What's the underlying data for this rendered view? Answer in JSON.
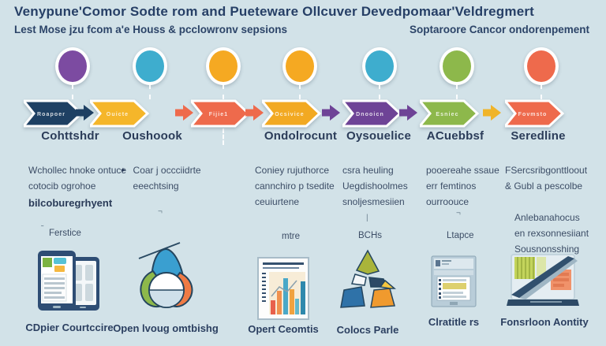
{
  "palette": {
    "background": "#d2e2e8",
    "title_color": "#263f66",
    "body_text": "#3c4d66",
    "label_color": "#2b3c59"
  },
  "header": {
    "title": "Venypune'Comor Sodte rom and Pueteware Ollcuver Devedpomaar'Veldregmert",
    "subtitle_left": "Lest Mose jzu fcom a'e Houss & pcclowronv sepsions",
    "subtitle_right": "Soptaroore Cancor ondorenpement"
  },
  "timeline": {
    "steps": [
      {
        "circle_color": "#7c4ba1",
        "arrow_color": "#1e4063",
        "arrow_text": "Roapoer",
        "label": "Cohttshdr"
      },
      {
        "circle_color": "#3eadce",
        "arrow_color": "#f5b62a",
        "arrow_text": "Ouicte",
        "label": "Oushoook"
      },
      {
        "circle_color": "#f5a922",
        "arrow_color": "#ee6a4c",
        "arrow_text": "Fijie1",
        "label": ""
      },
      {
        "circle_color": "#f5a922",
        "arrow_color": "#f2a922",
        "arrow_text": "Ocsivice",
        "label": "Ondolrocunt"
      },
      {
        "circle_color": "#3eadce",
        "arrow_color": "#6e4396",
        "arrow_text": "Dnooicn",
        "label": "Oysouelice"
      },
      {
        "circle_color": "#8db84b",
        "arrow_color": "#8db84b",
        "arrow_text": "Esniec",
        "label": "ACuebbsf"
      },
      {
        "circle_color": "#ee6a4c",
        "arrow_color": "#ee6a4c",
        "arrow_text": "Fovmsto",
        "label": "Seredline"
      }
    ],
    "connectors": [
      {
        "color": "#1e4063"
      },
      {
        "color": "#ee6a4c"
      },
      {
        "color": "#ee6a4c"
      },
      {
        "color": "#6e4396"
      },
      {
        "color": "#6e4396"
      },
      {
        "color": "#f0b429"
      }
    ]
  },
  "descriptions": [
    {
      "lines": [
        "Wchollec hnoke ontuce",
        "cotocib ogrohoe"
      ],
      "bold_line": "bilcoburegrhyent"
    },
    {
      "bullet": "✦",
      "lines": [
        "Coar j occciidrte",
        "eeechtsing"
      ]
    },
    {
      "lines": [
        "Coniey rujuthorce",
        "cannchiro p tsedite",
        "ceuiurtene"
      ]
    },
    {
      "lines": [
        "csra heuling",
        "Uegdishoolmes",
        "snoljesmesiien"
      ]
    },
    {
      "lines": [
        "pooereahe ssaue",
        "err femtinos",
        "ourroouce"
      ]
    },
    {
      "lines": [
        "FSercsribgonttloout",
        "& Gubl a pescolbe"
      ]
    }
  ],
  "mid_labels": {
    "ferstice": "Ferstice",
    "mtre": "mtre",
    "bchs": "BCHs",
    "ltapce": "Ltapce"
  },
  "right_note": {
    "lines": [
      "Anlebanahocus",
      "en rexsonnesiiant",
      "Sousnonsshing"
    ]
  },
  "marks": {
    "tilde": "˜",
    "corner_left": "¬",
    "tick": "|",
    "corner_right": "¬"
  },
  "footer_icons": [
    {
      "icon": "mobile-devices",
      "caption": "CDpier Courtccire"
    },
    {
      "icon": "circular-logo",
      "caption": "Open lvoug omtbishg"
    },
    {
      "icon": "chart-document",
      "caption": "Opert Ceomtis"
    },
    {
      "icon": "triangle-segments",
      "caption": "Colocs Parle"
    },
    {
      "icon": "list-window",
      "caption": "Clratitle rs"
    },
    {
      "icon": "monitor-workstation",
      "caption": "Fonsrloon Aontity"
    }
  ]
}
